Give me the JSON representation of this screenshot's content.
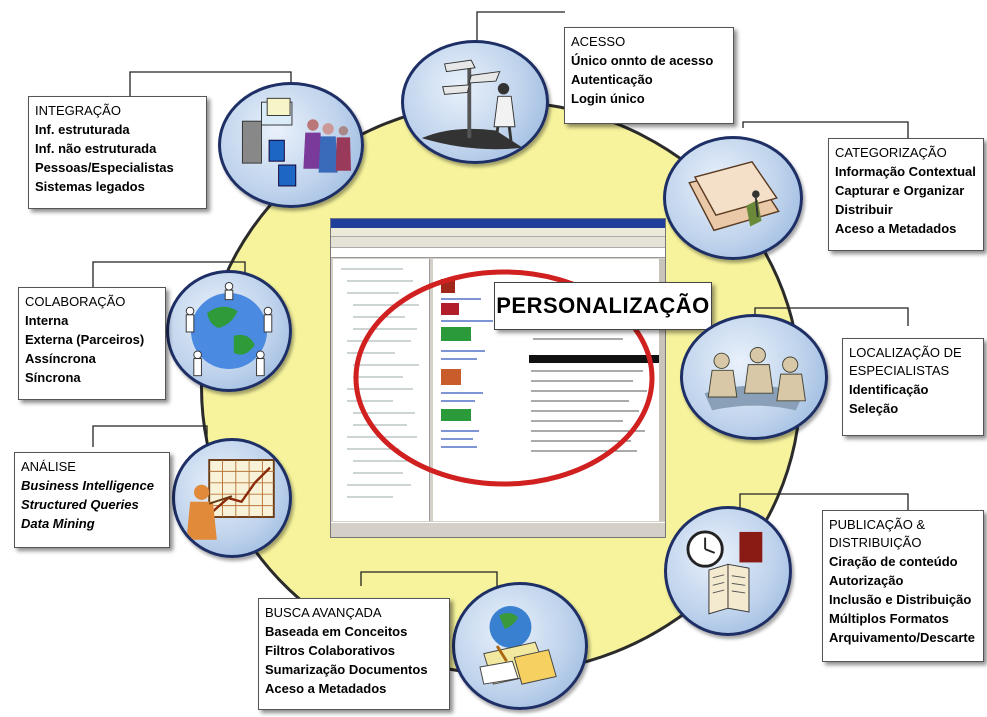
{
  "center": {
    "label": "PERSONALIZAÇÃO"
  },
  "acesso": {
    "title": "ACESSO",
    "items": [
      "Único onnto de acesso",
      "Autenticação",
      "Login único"
    ]
  },
  "integracao": {
    "title": "INTEGRAÇÃO",
    "items": [
      "Inf. estruturada",
      "Inf. não estruturada",
      "Pessoas/Especialistas",
      "Sistemas legados"
    ]
  },
  "categorizacao": {
    "title": "CATEGORIZAÇÃO",
    "items": [
      "Informação Contextual",
      "Capturar e Organizar",
      "Distribuir",
      "Aceso a Metadados"
    ]
  },
  "colaboracao": {
    "title": "COLABORAÇÃO",
    "items": [
      "Interna",
      "Externa (Parceiros)",
      "Assíncrona",
      "Síncrona"
    ]
  },
  "localizacao": {
    "title_line1": "LOCALIZAÇÃO DE",
    "title_line2": "ESPECIALISTAS",
    "items": [
      "Identificação",
      "Seleção"
    ]
  },
  "analise": {
    "title": "ANÁLISE",
    "items": [
      "Business Intelligence",
      "Structured Queries",
      "Data Mining"
    ]
  },
  "publicacao": {
    "title_line1": "PUBLICAÇÃO &",
    "title_line2": "DISTRIBUIÇÃO",
    "items": [
      "Ciração de conteúdo",
      "Autorização",
      "Inclusão e Distribuição",
      "Múltiplos Formatos",
      "Arquivamento/Descarte"
    ]
  },
  "busca": {
    "title": "BUSCA AVANÇADA",
    "items": [
      "Baseada em Conceitos",
      "Filtros Colaborativos",
      "Sumarização Documentos",
      "Aceso a Metadados"
    ]
  },
  "colors": {
    "circle_fill": "#f6f39c",
    "node_border": "#1e2f66",
    "ellipse": "#d02020"
  },
  "icons": [
    "signpost-icon",
    "computers-people-icon",
    "folder-icon",
    "globe-people-icon",
    "meeting-icon",
    "chart-presenter-icon",
    "book-clock-icon",
    "globe-documents-icon"
  ]
}
